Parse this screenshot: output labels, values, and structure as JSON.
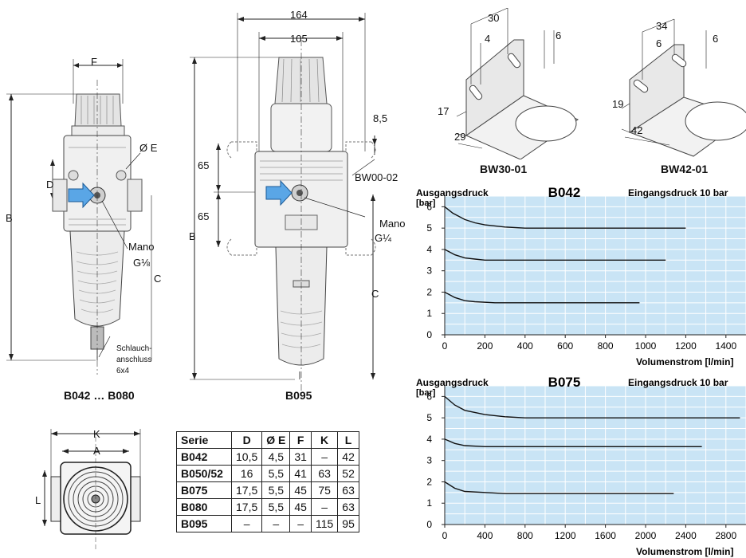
{
  "drawings": {
    "left": {
      "caption": "B042 … B080",
      "dims": {
        "F": "F",
        "E": "Ø E",
        "D": "D",
        "B": "B",
        "C": "C"
      },
      "mano_label": "Mano",
      "mano_size": "G⅛",
      "hose_l1": "Schlauch-",
      "hose_l2": "anschluss",
      "hose_l3": "6x4"
    },
    "center": {
      "caption": "B095",
      "dims": {
        "w1": "164",
        "w2": "105",
        "d1": "8,5",
        "d2": "65",
        "d3": "65",
        "B": "B",
        "C": "C"
      },
      "bracket_label": "BW00-02",
      "mano_label": "Mano",
      "mano_size": "G¼"
    },
    "bracket1": {
      "caption": "BW30-01",
      "dims": {
        "a": "30",
        "b": "4",
        "c": "6",
        "d": "17",
        "e": "29"
      }
    },
    "bracket2": {
      "caption": "BW42-01",
      "dims": {
        "a": "34",
        "b": "6",
        "c": "6",
        "d": "19",
        "e": "42"
      }
    },
    "bottom": {
      "dims": {
        "K": "K",
        "A": "A",
        "L": "L"
      }
    }
  },
  "table": {
    "headers": [
      "Serie",
      "D",
      "Ø E",
      "F",
      "K",
      "L"
    ],
    "rows": [
      [
        "B042",
        "10,5",
        "4,5",
        "31",
        "–",
        "42"
      ],
      [
        "B050/52",
        "16",
        "5,5",
        "41",
        "63",
        "52"
      ],
      [
        "B075",
        "17,5",
        "5,5",
        "45",
        "75",
        "63"
      ],
      [
        "B080",
        "17,5",
        "5,5",
        "45",
        "–",
        "63"
      ],
      [
        "B095",
        "–",
        "–",
        "–",
        "115",
        "95"
      ]
    ]
  },
  "chart_data": [
    {
      "type": "line",
      "title": "B042",
      "ylabel": "Ausgangsdruck",
      "yunit": "[bar]",
      "xlabel": "Volumenstrom [l/min]",
      "note": "Eingangsdruck 10 bar",
      "xlim": [
        0,
        1500
      ],
      "ylim": [
        0,
        6.5
      ],
      "xticks": [
        0,
        200,
        400,
        600,
        800,
        1000,
        1200,
        1400
      ],
      "yticks": [
        0,
        1,
        2,
        3,
        4,
        5,
        6
      ],
      "grid": true,
      "series": [
        {
          "x": [
            0,
            40,
            100,
            150,
            200,
            300,
            400,
            1200
          ],
          "y": [
            6,
            5.7,
            5.4,
            5.25,
            5.15,
            5.05,
            5,
            5
          ]
        },
        {
          "x": [
            0,
            50,
            100,
            150,
            200,
            300,
            1100
          ],
          "y": [
            4,
            3.75,
            3.6,
            3.55,
            3.5,
            3.5,
            3.5
          ]
        },
        {
          "x": [
            0,
            50,
            100,
            150,
            250,
            970
          ],
          "y": [
            2,
            1.75,
            1.6,
            1.55,
            1.5,
            1.5
          ]
        }
      ]
    },
    {
      "type": "line",
      "title": "B075",
      "ylabel": "Ausgangsdruck",
      "yunit": "[bar]",
      "xlabel": "Volumenstrom [l/min]",
      "note": "Eingangsdruck 10 bar",
      "xlim": [
        0,
        3000
      ],
      "ylim": [
        0,
        6.5
      ],
      "xticks": [
        0,
        400,
        800,
        1200,
        1600,
        2000,
        2400,
        2800
      ],
      "yticks": [
        0,
        1,
        2,
        3,
        4,
        5,
        6
      ],
      "grid": true,
      "series": [
        {
          "x": [
            0,
            100,
            200,
            400,
            600,
            800,
            2940
          ],
          "y": [
            6,
            5.6,
            5.35,
            5.15,
            5.05,
            5,
            5
          ]
        },
        {
          "x": [
            0,
            100,
            200,
            400,
            2560
          ],
          "y": [
            4,
            3.8,
            3.7,
            3.65,
            3.65
          ]
        },
        {
          "x": [
            0,
            100,
            200,
            400,
            600,
            2280
          ],
          "y": [
            2,
            1.7,
            1.55,
            1.5,
            1.45,
            1.45
          ]
        }
      ]
    }
  ]
}
